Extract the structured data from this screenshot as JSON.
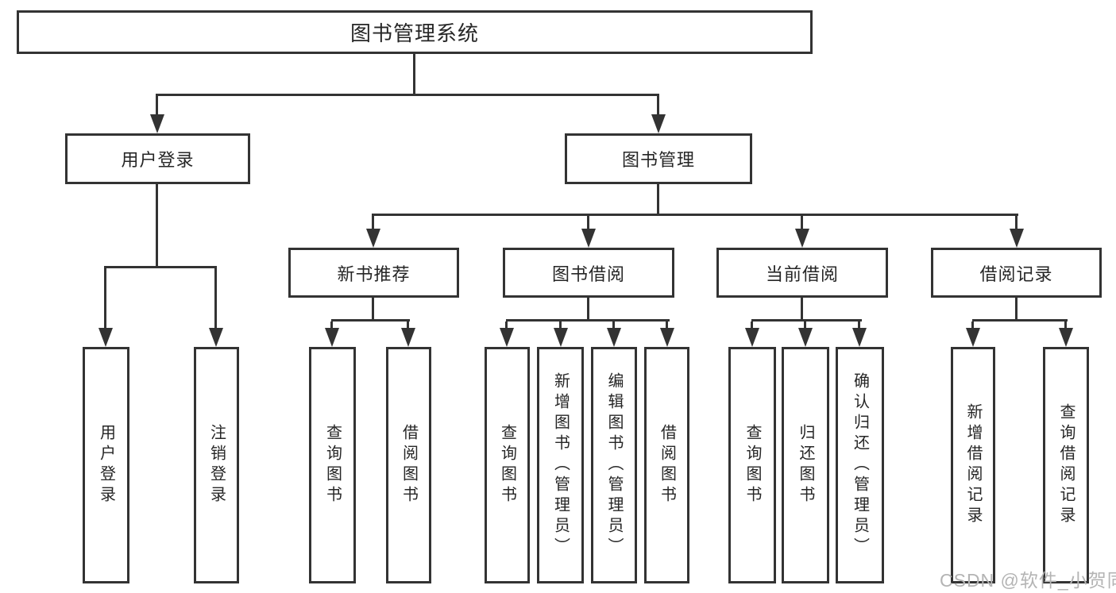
{
  "diagram": {
    "root": {
      "label": "图书管理系统"
    },
    "level2": [
      {
        "label": "用户登录"
      },
      {
        "label": "图书管理"
      }
    ],
    "level3": [
      {
        "label": "新书推荐",
        "parent": "图书管理"
      },
      {
        "label": "图书借阅",
        "parent": "图书管理"
      },
      {
        "label": "当前借阅",
        "parent": "图书管理"
      },
      {
        "label": "借阅记录",
        "parent": "图书管理"
      }
    ],
    "leaves": [
      {
        "label": "用户登录",
        "parent": "用户登录"
      },
      {
        "label": "注销登录",
        "parent": "用户登录"
      },
      {
        "label": "查询图书",
        "parent": "新书推荐"
      },
      {
        "label": "借阅图书",
        "parent": "新书推荐"
      },
      {
        "label": "查询图书",
        "parent": "图书借阅"
      },
      {
        "label": "新增图书（管理员）",
        "parent": "图书借阅"
      },
      {
        "label": "编辑图书（管理员）",
        "parent": "图书借阅"
      },
      {
        "label": "借阅图书",
        "parent": "图书借阅"
      },
      {
        "label": "查询图书",
        "parent": "当前借阅"
      },
      {
        "label": "归还图书",
        "parent": "当前借阅"
      },
      {
        "label": "确认归还（管理员）",
        "parent": "当前借阅"
      },
      {
        "label": "新增借阅记录",
        "parent": "借阅记录"
      },
      {
        "label": "查询借阅记录",
        "parent": "借阅记录"
      }
    ]
  },
  "watermark": "CSDN @软件_小贺同学",
  "colors": {
    "line": "#333333",
    "text": "#262626",
    "box_background": "#ffffff",
    "page_background": "#ffffff",
    "watermark": "#b4b4b4"
  }
}
